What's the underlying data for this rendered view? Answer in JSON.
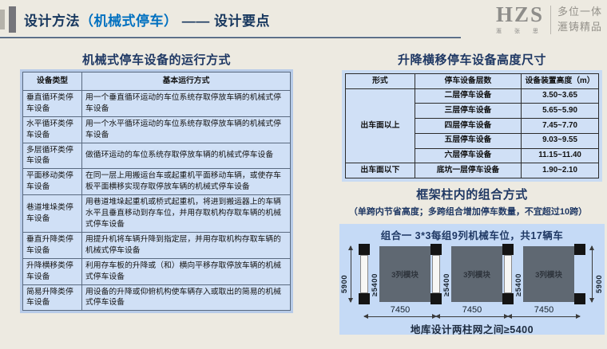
{
  "colors": {
    "accent_navy": "#17375E",
    "accent_blue": "#0070C0",
    "panel_blue": "#D0E0F6",
    "block_gray": "#5F6872",
    "slide_bg": "#EDEAE1"
  },
  "header": {
    "title_prefix": "设计方法",
    "title_highlight": "（机械式停车）",
    "title_suffix": "——  设计要点",
    "logo": {
      "text": "HZS",
      "subtext": "滙 张 思",
      "tagline_line1": "多位一体",
      "tagline_line2": "滙铸精品"
    }
  },
  "left_panel": {
    "title": "机械式停车设备的运行方式",
    "table": {
      "header_type": "设备类型",
      "header_desc": "基本运行方式",
      "rows": [
        {
          "type": "垂直循环类停车设备",
          "desc": "用一个垂直循环运动的车位系统存取停放车辆的机械式停车设备"
        },
        {
          "type": "水平循环类停车设备",
          "desc": "用一个水平循环运动的车位系统存取停放车辆的机械式停车设备"
        },
        {
          "type": "多层循环类停车设备",
          "desc": "做循环运动的车位系统存取停放车辆的机械式停车设备"
        },
        {
          "type": "平面移动类停车设备",
          "desc": "在同一层上用搬运台车或起重机平面移动车辆，或使存车板平面横移实现存取停放车辆的机械式停车设备"
        },
        {
          "type": "巷道堆垛类停车设备",
          "desc": "用巷道堆垛起重机或桥式起重机，将进到搬运器上的车辆水平且垂直移动到存车位，并用存取机构存取车辆的机械式停车设备"
        },
        {
          "type": "垂直升降类停车设备",
          "desc": "用提升机将车辆升降到指定层，并用存取机构存取车辆的机械式停车设备"
        },
        {
          "type": "升降横移类停车设备",
          "desc": "利用存车板的升降或（和）横向平移存取停放车辆的机械式停车设备"
        },
        {
          "type": "简易升降类停车设备",
          "desc": "用设备的升降或仰俯机构使车辆存入或取出的简易的机械式停车设备"
        }
      ]
    }
  },
  "right_panel": {
    "height_section": {
      "title": "升降横移停车设备高度尺寸",
      "table": {
        "header_form": "形式",
        "header_layers": "停车设备层数",
        "header_height": "设备装置高度（m）",
        "group_above_label": "出车面以上",
        "group_above_rows": [
          {
            "layers": "二层停车设备",
            "height": "3.50~3.65"
          },
          {
            "layers": "三层停车设备",
            "height": "5.65~5.90"
          },
          {
            "layers": "四层停车设备",
            "height": "7.45~7.70"
          },
          {
            "layers": "五层停车设备",
            "height": "9.03~9.55"
          },
          {
            "layers": "六层停车设备",
            "height": "11.15~11.40"
          }
        ],
        "group_below_label": "出车面以下",
        "group_below_row": {
          "layers": "底坑一层停车设备",
          "height": "1.90~2.10"
        }
      }
    },
    "combo_section": {
      "title": "框架柱内的组合方式",
      "subtitle": "（单跨内节省高度；多跨组合增加停车数量，不宜超过10跨）",
      "diagram": {
        "caption": "组合一   3*3每组9列机械车位，共17辆车",
        "left_dim": "5900",
        "right_dim": "5900",
        "module_label": "3列模块",
        "strip_label": "≥5400",
        "bay_width_label": "7450",
        "bottom_note": "地库设计两柱网之间≥5400"
      }
    }
  }
}
